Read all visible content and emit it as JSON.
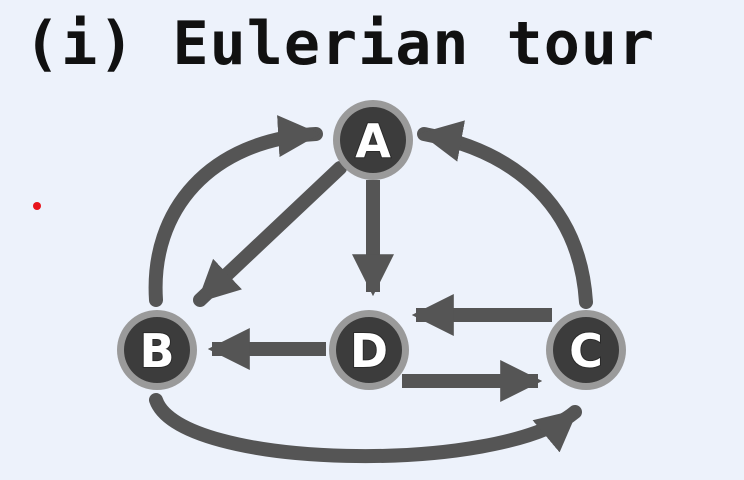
{
  "title": "(i) Eulerian tour",
  "colors": {
    "background": "#edf2fb",
    "edge": "#555555",
    "node_fill": "#3c3c3c",
    "node_ring": "#9a9a9a",
    "node_text": "#ffffff",
    "pointer": "#e8141c"
  },
  "nodes": {
    "A": {
      "label": "A"
    },
    "B": {
      "label": "B"
    },
    "C": {
      "label": "C"
    },
    "D": {
      "label": "D"
    }
  },
  "edges": [
    {
      "from": "B",
      "to": "A"
    },
    {
      "from": "A",
      "to": "B"
    },
    {
      "from": "A",
      "to": "D"
    },
    {
      "from": "C",
      "to": "A"
    },
    {
      "from": "C",
      "to": "D"
    },
    {
      "from": "D",
      "to": "B"
    },
    {
      "from": "D",
      "to": "C"
    },
    {
      "from": "B",
      "to": "C"
    }
  ]
}
